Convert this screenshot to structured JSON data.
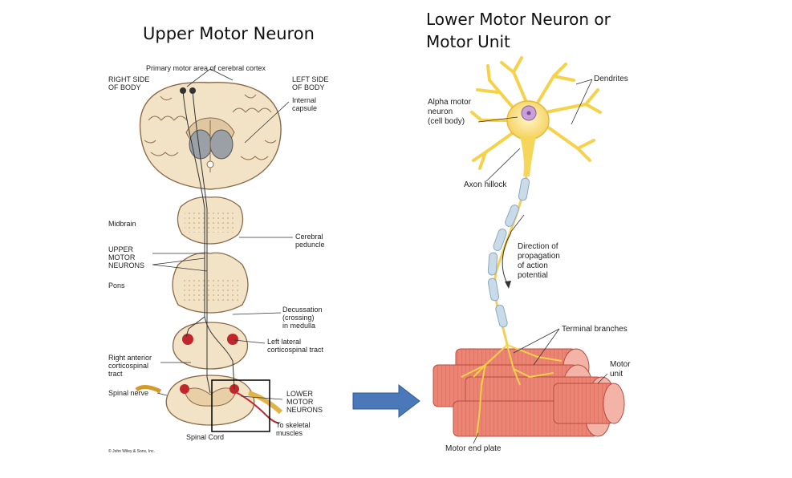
{
  "titles": {
    "upper": "Upper Motor Neuron",
    "lower_line1": "Lower Motor Neuron or",
    "lower_line2": "Motor Unit"
  },
  "left_labels": {
    "primary_motor_area": "Primary motor area of cerebral cortex",
    "right_side": "RIGHT SIDE\nOF BODY",
    "left_side": "LEFT SIDE\nOF BODY",
    "internal_capsule": "Internal\ncapsule",
    "midbrain": "Midbrain",
    "cerebral_peduncle": "Cerebral\npeduncle",
    "upper_motor_neurons": "UPPER\nMOTOR\nNEURONS",
    "pons": "Pons",
    "decussation": "Decussation\n(crossing)\nin medulla",
    "left_lateral": "Left lateral\ncorticospinal tract",
    "right_anterior": "Right anterior\ncorticospinal\ntract",
    "spinal_nerve": "Spinal nerve",
    "lower_motor_neurons": "LOWER\nMOTOR\nNEURONS",
    "to_skeletal": "To skeletal\nmuscles",
    "spinal_cord": "Spinal Cord",
    "copyright": "© John Wiley & Sons, Inc."
  },
  "right_labels": {
    "dendrites": "Dendrites",
    "alpha_motor": "Alpha motor\nneuron\n(cell body)",
    "axon_hillock": "Axon hillock",
    "direction": "Direction of\npropagation\nof action\npotential",
    "terminal_branches": "Terminal branches",
    "motor_unit": "Motor\nunit",
    "motor_end_plate": "Motor end plate"
  },
  "colors": {
    "brain_fill": "#f3e3c6",
    "brain_line": "#8a6a48",
    "neuron_yellow": "#f9e08a",
    "myelin": "#c9dbe8",
    "muscle": "#e87a6c",
    "arrow_blue": "#4a78b8",
    "red_spot": "#c0272d"
  }
}
